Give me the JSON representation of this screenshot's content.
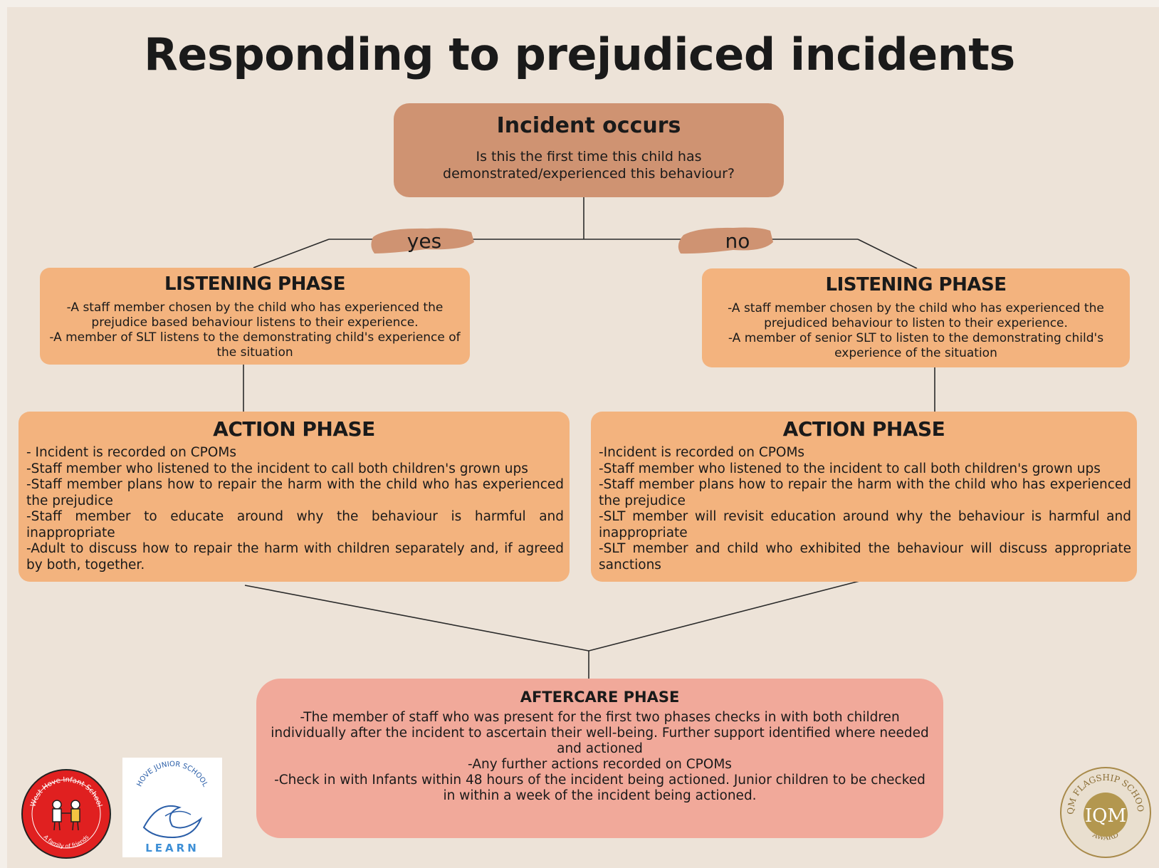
{
  "title": "Responding to prejudiced incidents",
  "incident": {
    "heading": "Incident occurs",
    "question": "Is this the first time this child has demonstrated/experienced this behaviour?"
  },
  "branches": {
    "yes": "yes",
    "no": "no"
  },
  "left": {
    "listening": {
      "heading": "LISTENING PHASE",
      "lines": [
        "-A staff member chosen by the child who has experienced the prejudice based behaviour listens to their experience.",
        "-A member of SLT listens to the demonstrating child's experience of the situation"
      ]
    },
    "action": {
      "heading": "ACTION PHASE",
      "lines": [
        "- Incident is recorded on CPOMs",
        "-Staff member who listened to the incident to call both children's grown ups",
        "-Staff member plans how to repair the harm with the child who has experienced the prejudice",
        "-Staff member to educate around why the behaviour is harmful and inappropriate",
        "-Adult to discuss how to repair the harm with children separately and, if agreed by both, together."
      ]
    }
  },
  "right": {
    "listening": {
      "heading": "LISTENING PHASE",
      "lines": [
        "-A staff member chosen by the child who has experienced the prejudiced behaviour to listen to their experience.",
        "-A member of senior SLT to listen to the demonstrating child's experience of the situation"
      ]
    },
    "action": {
      "heading": "ACTION PHASE",
      "lines": [
        "-Incident is recorded on CPOMs",
        "-Staff member who listened to the incident to call both children's grown ups",
        "-Staff member plans how to repair the harm with the child who has experienced the prejudice",
        "-SLT member will revisit education around why the behaviour is harmful and inappropriate",
        "-SLT member and child who exhibited the behaviour will discuss appropriate sanctions"
      ]
    }
  },
  "aftercare": {
    "heading": "AFTERCARE PHASE",
    "lines": [
      "-The member of staff who was present for the first two phases checks in with both children individually after the incident to ascertain their well-being. Further support identified where needed and actioned",
      "-Any further actions recorded on CPOMs",
      "-Check in with Infants within 48 hours of the incident being actioned. Junior children to be checked in within a week of the incident being actioned."
    ]
  },
  "logos": {
    "infant": {
      "ring_text": "West Hove Infant School",
      "bottom_text": "A family of friends"
    },
    "junior": {
      "arc_text": "HOVE JUNIOR SCHOOL",
      "word": "LEARN"
    },
    "iqm": {
      "center": "IQM",
      "arc_text": "IQM FLAGSHIP SCHOOL",
      "bottom_text": "AWARD"
    }
  },
  "colors": {
    "background": "#ede3d8",
    "incident": "#cf9372",
    "phase": "#f3b37e",
    "aftercare": "#f1a99a",
    "brush": "#cf9372"
  }
}
